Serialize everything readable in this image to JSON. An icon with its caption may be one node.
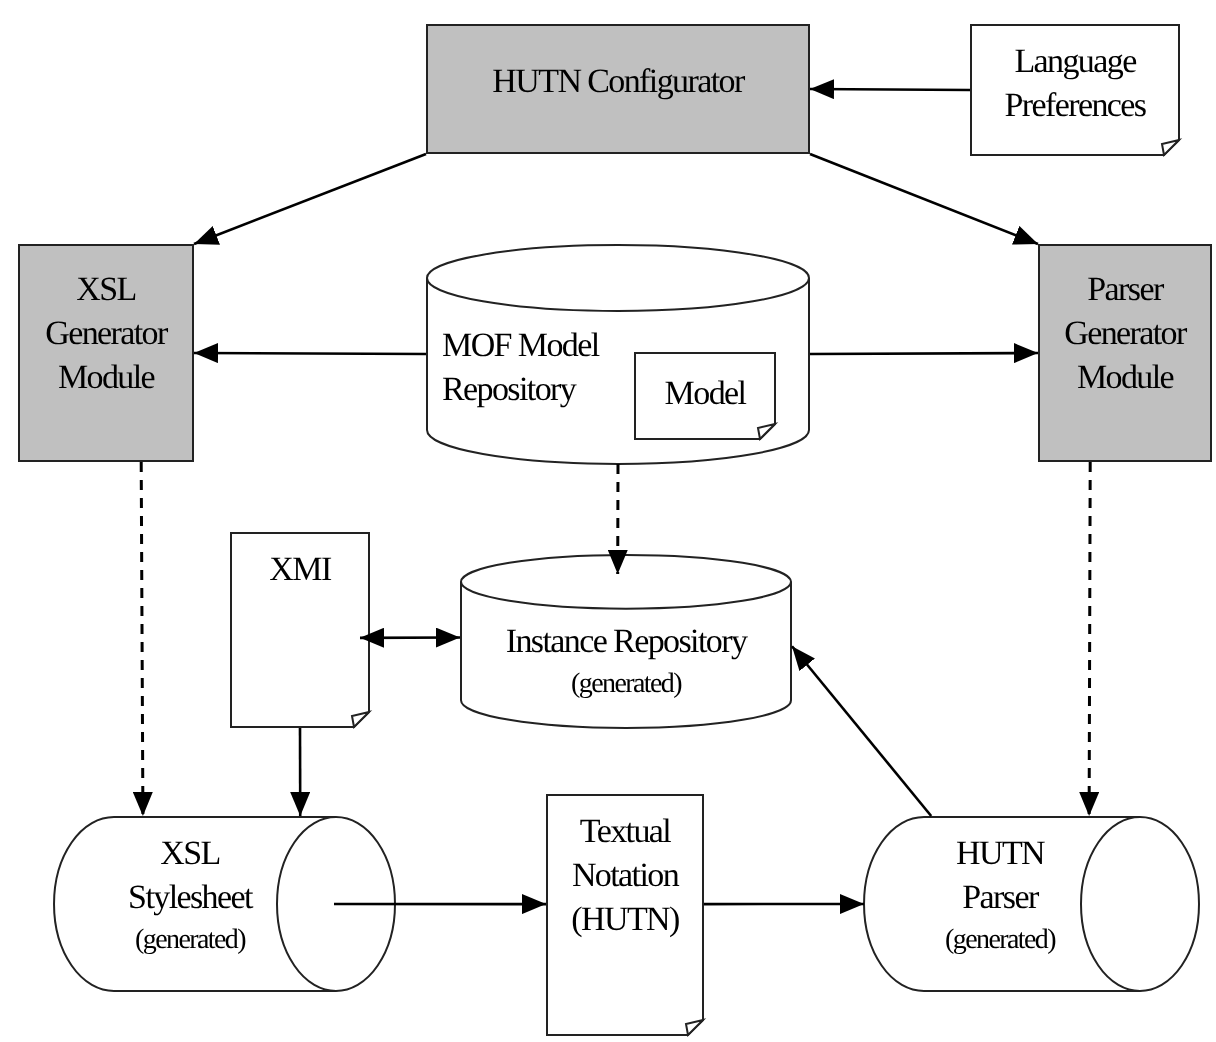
{
  "diagram": {
    "nodes": [
      {
        "text": [
          "HUTN Configurator"
        ]
      },
      {
        "text": [
          "Language Preferences"
        ]
      },
      {
        "text": [
          "XSL Generator Module"
        ]
      },
      {
        "text": [
          "MOF Model Repository"
        ]
      },
      {
        "text": [
          "Model"
        ],
        "in": 3
      },
      {
        "text": [
          "Parser Generator Module"
        ]
      },
      {
        "text": [
          "XMI"
        ]
      },
      {
        "text": [
          "Instance Repository",
          "(generated)"
        ]
      },
      {
        "text": [
          "XSL Stylesheet",
          "(generated)"
        ]
      },
      {
        "text": [
          "Textual Notation (HUTN)"
        ]
      },
      {
        "text": [
          "HUTN Parser",
          "(generated)"
        ]
      }
    ],
    "edges": [
      {
        "from": 1,
        "to": 0,
        "arrow": "to"
      },
      {
        "from": 0,
        "to": 2,
        "arrow": "to"
      },
      {
        "from": 0,
        "to": 5,
        "arrow": "to"
      },
      {
        "from": 3,
        "to": 2,
        "arrow": "to"
      },
      {
        "from": 3,
        "to": 5,
        "arrow": "to"
      },
      {
        "from": 2,
        "to": 8,
        "arrow": "to",
        "style": "dashed"
      },
      {
        "from": 3,
        "to": 7,
        "arrow": "to",
        "style": "dashed"
      },
      {
        "from": 6,
        "to": 7,
        "arrow": "both"
      },
      {
        "from": 6,
        "to": 8,
        "arrow": "to"
      },
      {
        "from": 8,
        "to": 9,
        "arrow": "to"
      },
      {
        "from": 9,
        "to": 10,
        "arrow": "to"
      },
      {
        "from": 10,
        "to": 7,
        "arrow": "to"
      },
      {
        "from": 5,
        "to": 10,
        "arrow": "to",
        "style": "dashed"
      }
    ]
  }
}
